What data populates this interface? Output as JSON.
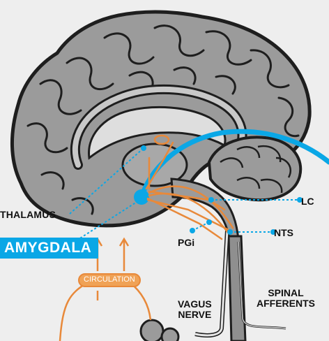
{
  "diagram": {
    "labels": {
      "thalamus": "THALAMUS",
      "amygdala": "AMYGDALA",
      "lc": "LC",
      "nts": "NTS",
      "pgi": "PGi",
      "vagus_line1": "VAGUS",
      "vagus_line2": "NERVE",
      "spinal_line1": "SPINAL",
      "spinal_line2": "AFFERENTS",
      "circulation": "CIRCULATION"
    },
    "colors": {
      "background": "#eeeeee",
      "brain_fill": "#9b9b9b",
      "brain_stroke": "#1e1e1e",
      "accent_blue": "#0aa7e6",
      "pathway_orange": "#e8893a"
    }
  }
}
